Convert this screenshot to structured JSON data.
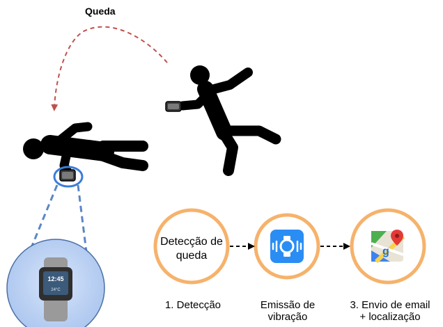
{
  "title": "Queda",
  "stages": [
    {
      "circle_text_line1": "Detecção de",
      "circle_text_line2": "queda",
      "label_line1": "1. Detecção",
      "label_line2": ""
    },
    {
      "circle_icon": "vibration-icon",
      "label_line1": "Emissão de",
      "label_line2": "vibração"
    },
    {
      "circle_icon": "map-location-icon",
      "label_line1": "3. Envio de email",
      "label_line2": "+ localização"
    }
  ],
  "watch_display": {
    "time": "12:45",
    "small_text": "24°C"
  },
  "colors": {
    "fall_arrow": "#c0504d",
    "stage_ring": "#f6b26b",
    "vibration_badge": "#2a8df4",
    "watch_highlight": "#3b7dd8",
    "zoom_lines": "#5b86c6",
    "zoom_circle": "#a9c4ee",
    "figure": "#000000"
  }
}
